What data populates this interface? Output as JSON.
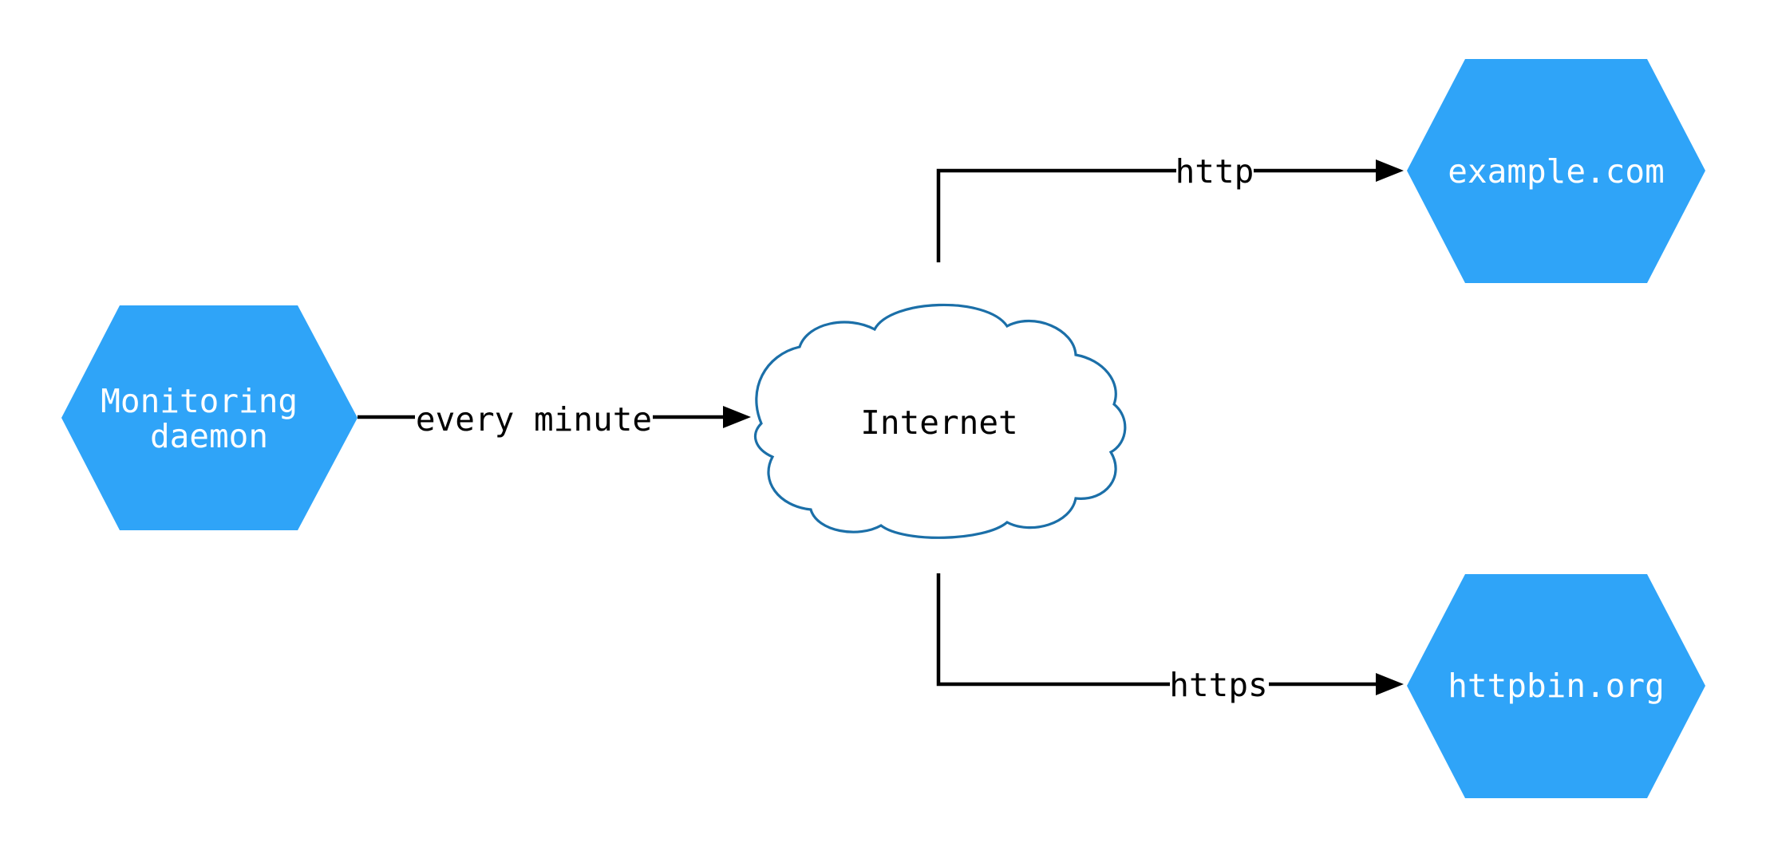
{
  "diagram": {
    "colors": {
      "background": "#ffffff",
      "node_fill": "#2fa4f8",
      "node_text": "#ffffff",
      "cloud_stroke": "#1b6fa8",
      "cloud_fill": "#ffffff",
      "edge": "#000000",
      "edge_text": "#000000"
    },
    "nodes": {
      "monitoring_daemon": {
        "shape": "hexagon",
        "label": "Monitoring daemon",
        "lines": [
          "Monitoring",
          "daemon"
        ]
      },
      "internet": {
        "shape": "cloud",
        "label": "Internet"
      },
      "example_com": {
        "shape": "hexagon",
        "label": "example.com"
      },
      "httpbin_org": {
        "shape": "hexagon",
        "label": "httpbin.org"
      }
    },
    "edges": [
      {
        "from": "monitoring_daemon",
        "to": "internet",
        "label": "every minute"
      },
      {
        "from": "internet",
        "to": "example_com",
        "label": "http"
      },
      {
        "from": "internet",
        "to": "httpbin_org",
        "label": "https"
      }
    ]
  }
}
